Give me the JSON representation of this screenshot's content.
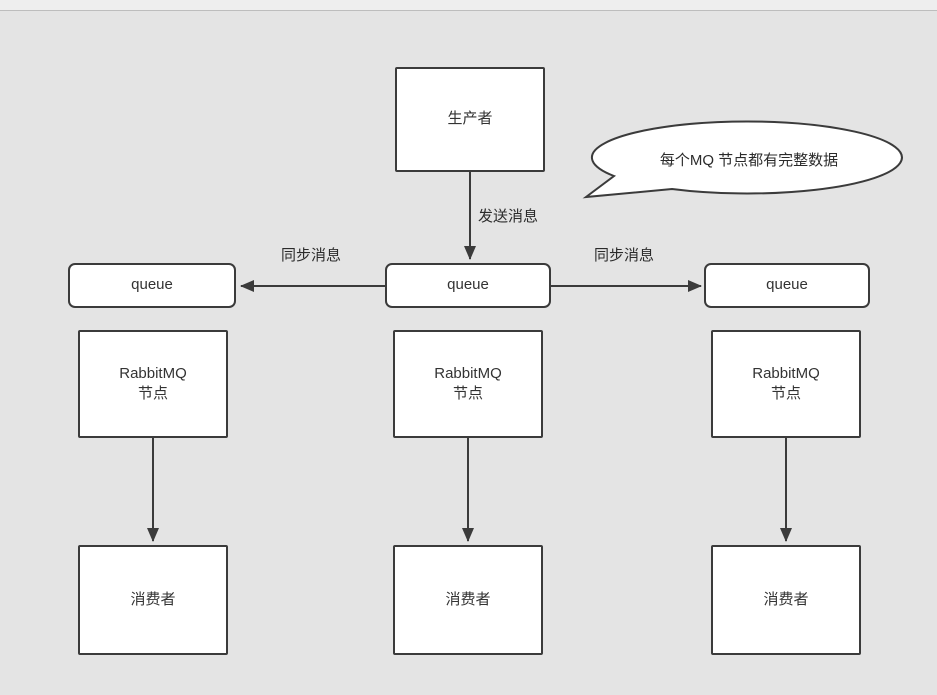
{
  "colors": {
    "background": "#e4e4e4",
    "box_fill": "#ffffff",
    "stroke": "#3b3b3b",
    "text": "#333333"
  },
  "producer": {
    "label": "生产者"
  },
  "labels": {
    "send": "发送消息",
    "sync_left": "同步消息",
    "sync_right": "同步消息"
  },
  "callout": {
    "text": "每个MQ 节点都有完整数据"
  },
  "columns": [
    {
      "queue": "queue",
      "node_line1": "RabbitMQ",
      "node_line2": "节点",
      "consumer": "消费者"
    },
    {
      "queue": "queue",
      "node_line1": "RabbitMQ",
      "node_line2": "节点",
      "consumer": "消费者"
    },
    {
      "queue": "queue",
      "node_line1": "RabbitMQ",
      "node_line2": "节点",
      "consumer": "消费者"
    }
  ]
}
